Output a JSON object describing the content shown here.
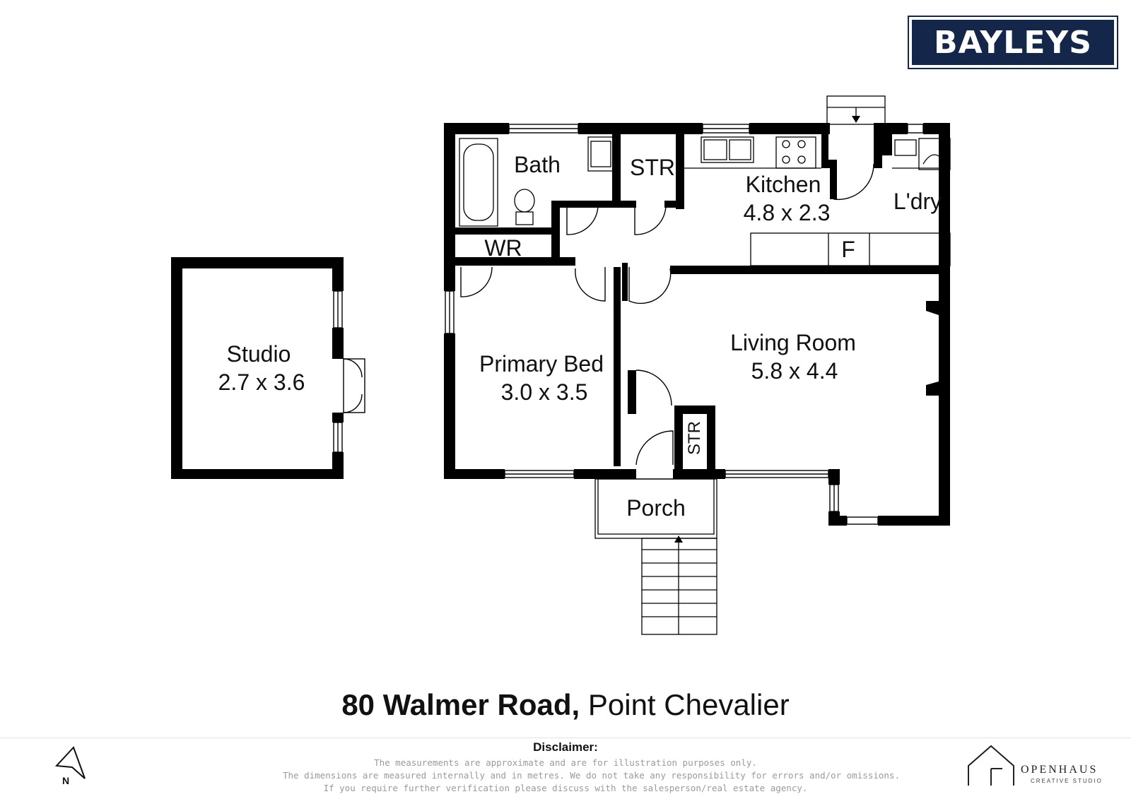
{
  "brand": {
    "logo_text": "BAYLEYS",
    "color": "#14264a"
  },
  "rooms": {
    "bath": "Bath",
    "str_top": "STR",
    "kitchen_name": "Kitchen",
    "kitchen_dims": "4.8 x 2.3",
    "laundry": "L'dry",
    "wr": "WR",
    "fridge": "F",
    "studio_name": "Studio",
    "studio_dims": "2.7 x 3.6",
    "primary_bed_name": "Primary Bed",
    "primary_bed_dims": "3.0 x 3.5",
    "living_name": "Living Room",
    "living_dims": "5.8 x 4.4",
    "str_living": "STR",
    "porch": "Porch"
  },
  "address": {
    "street": "80 Walmer Road,",
    "suburb": "Point Chevalier"
  },
  "disclaimer": {
    "heading": "Disclaimer:",
    "lines": [
      "The measurements are approximate and are for illustration purposes only.",
      "The dimensions are measured internally and in metres. We do not take any responsibility for errors and/or omissions.",
      "If you require further verification please discuss with the salesperson/real estate agency."
    ]
  },
  "compass": {
    "label": "N",
    "icon": "north-arrow-icon"
  },
  "studio_credit": {
    "name": "OPENHAUS",
    "tagline": "CREATIVE STUDIO",
    "icon": "house-outline-icon"
  }
}
